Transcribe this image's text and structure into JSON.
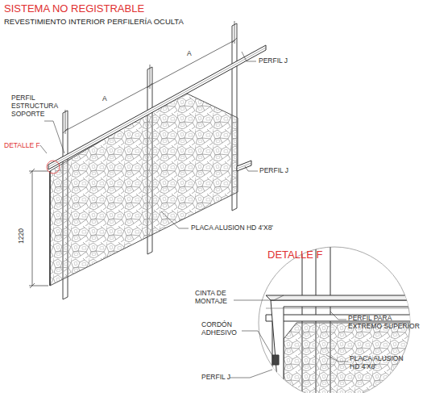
{
  "diagram": {
    "title": "SISTEMA NO REGISTRABLE",
    "labels": [
      "REVESTIMIENTO INTERIOR PERFILERÍA OCULTA",
      "A",
      "A",
      "PERFIL J",
      "PERFIL ESTRUCTURA SOPORTE",
      "DETALLE F",
      "PERFIL J",
      "1220",
      "PLACA ALUSION HD 4'X8'",
      "DETALLE F",
      "CINTA DE MONTAJE",
      "PERFIL PARA EXTREMO SUPERIOR",
      "CORDÓN ADHESIVO",
      "PLACA ALUSION HD 4'X8'",
      "PERFIL J"
    ]
  }
}
